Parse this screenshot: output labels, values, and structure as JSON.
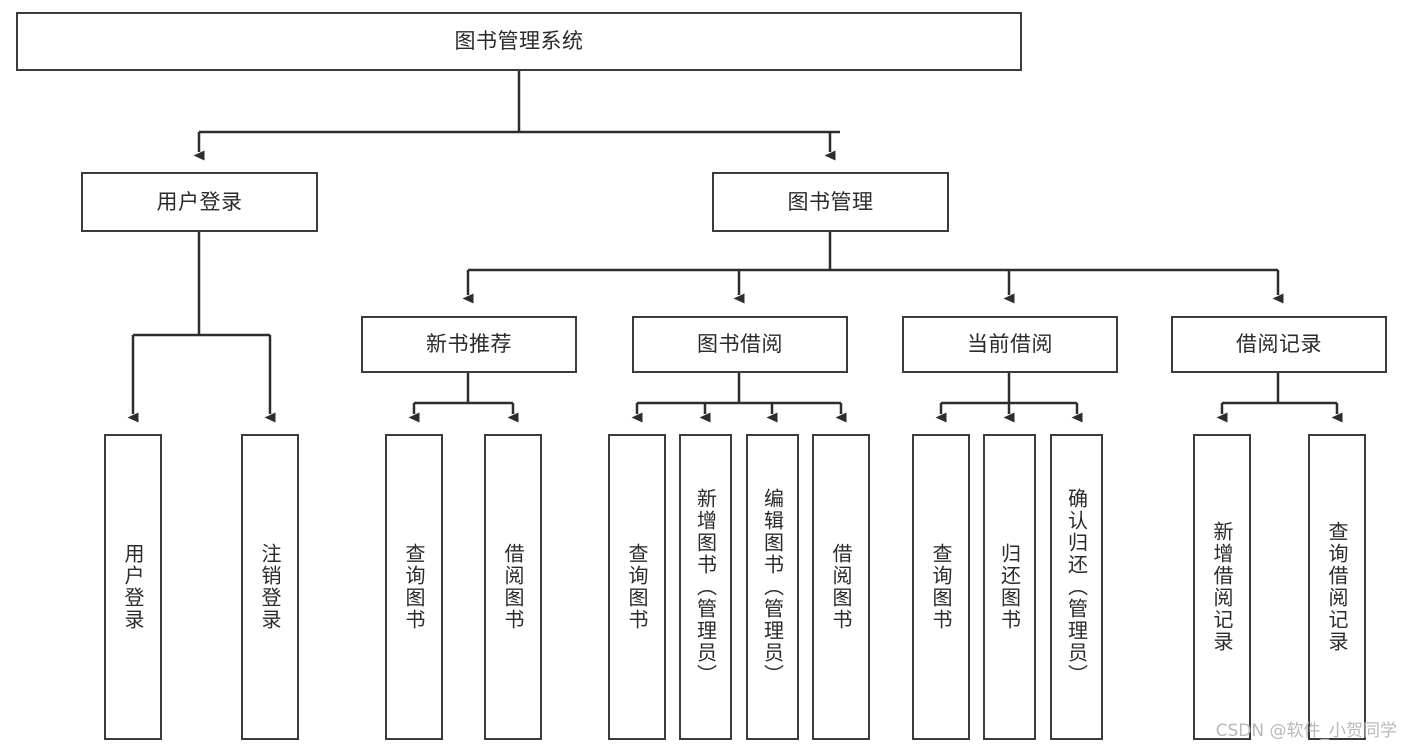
{
  "diagram": {
    "type": "tree",
    "title": "图书管理系统",
    "root": {
      "label": "图书管理系统"
    },
    "level2": [
      {
        "label": "用户登录"
      },
      {
        "label": "图书管理"
      }
    ],
    "level3": [
      {
        "label": "新书推荐"
      },
      {
        "label": "图书借阅"
      },
      {
        "label": "当前借阅"
      },
      {
        "label": "借阅记录"
      }
    ],
    "leaves": {
      "user_login": [
        {
          "label": "用户登录"
        },
        {
          "label": "注销登录"
        }
      ],
      "new_book": [
        {
          "label": "查询图书"
        },
        {
          "label": "借阅图书"
        }
      ],
      "borrow_book": [
        {
          "label": "查询图书"
        },
        {
          "label": "新增图书（管理员）"
        },
        {
          "label": "编辑图书（管理员）"
        },
        {
          "label": "借阅图书"
        }
      ],
      "current_borrow": [
        {
          "label": "查询图书"
        },
        {
          "label": "归还图书"
        },
        {
          "label": "确认归还（管理员）"
        }
      ],
      "borrow_record": [
        {
          "label": "新增借阅记录"
        },
        {
          "label": "查询借阅记录"
        }
      ]
    }
  },
  "colors": {
    "border": "#3b3b3b",
    "text": "#2b2b2b",
    "background": "#ffffff",
    "edge": "#2d2d2d",
    "watermark": "#b9b9b9"
  },
  "watermark": {
    "text": "CSDN @软件_小贺同学"
  }
}
